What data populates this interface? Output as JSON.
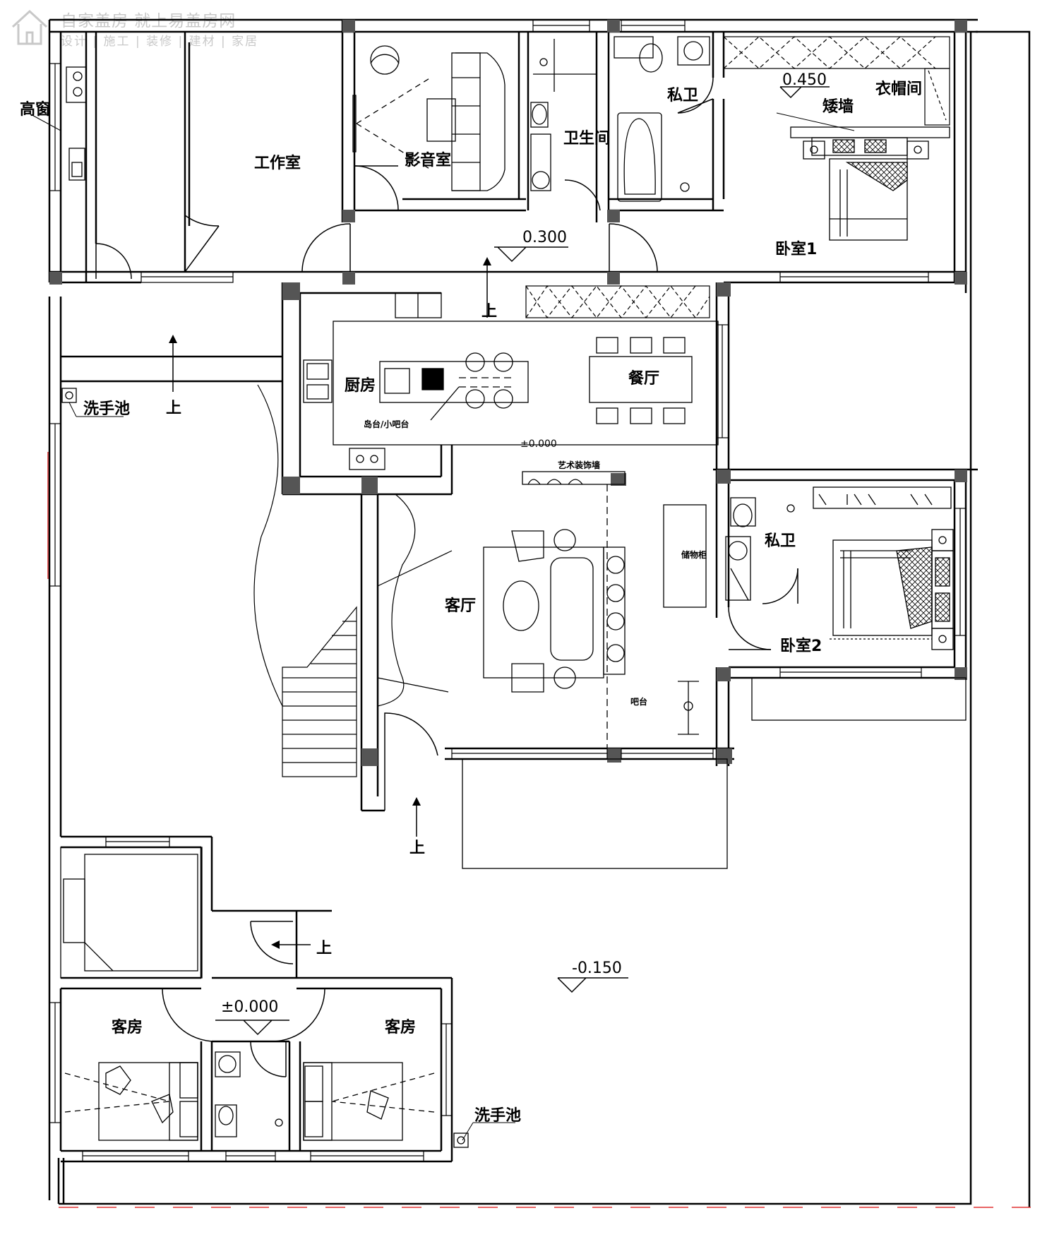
{
  "watermark": {
    "title": "自家盖房 就上易盖房网",
    "subtitle": "设计 | 施工 | 装修 | 建材 | 家居"
  },
  "rooms": {
    "high_window": "高窗",
    "study": "工作室",
    "theater": "影音室",
    "bathroom": "卫生间",
    "private_bath_1": "私卫",
    "closet": "衣帽间",
    "low_wall": "矮墙",
    "bedroom_1": "卧室1",
    "kitchen": "厨房",
    "island": "岛台/小吧台",
    "dining": "餐厅",
    "art_wall": "艺术装饰墙",
    "living": "客厅",
    "private_bath_2": "私卫",
    "bedroom_2": "卧室2",
    "bar": "吧台",
    "cabinet": "储物柜",
    "guest_room_left": "客房",
    "guest_room_right": "客房",
    "wash_basin_top": "洗手池",
    "wash_basin_bottom": "洗手池"
  },
  "stairs": {
    "up_1": "上",
    "up_2": "上",
    "up_3": "上",
    "up_4": "上"
  },
  "elevations": {
    "e_0450": "0.450",
    "e_0300": "0.300",
    "e_0000_main": "±0.000",
    "e_0000_guest": "±0.000",
    "e_m0150": "-0.150"
  }
}
